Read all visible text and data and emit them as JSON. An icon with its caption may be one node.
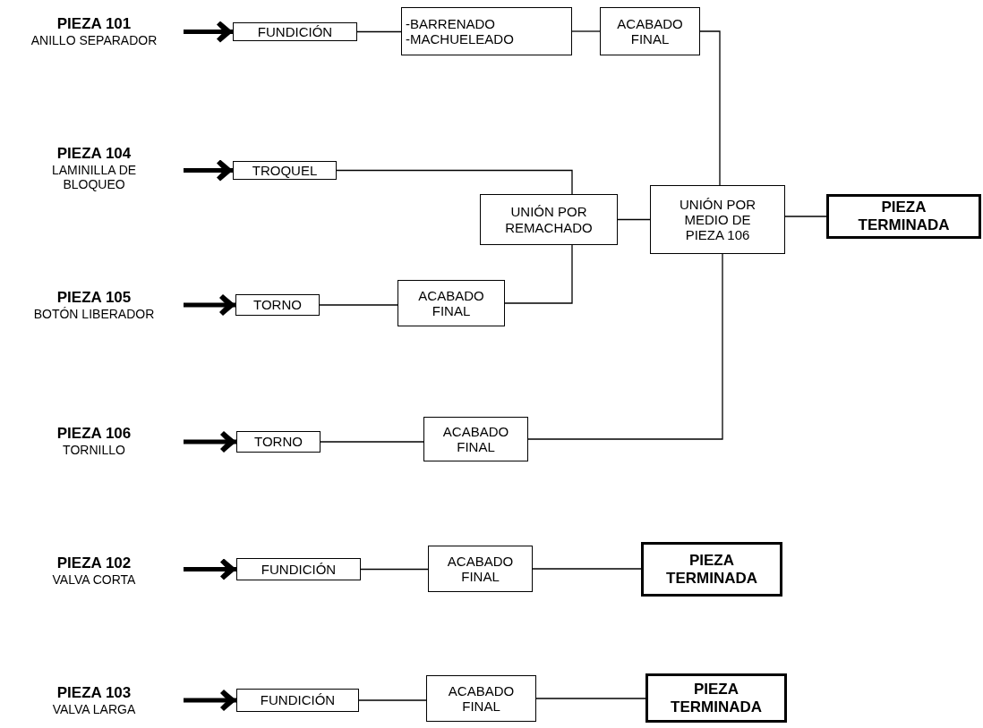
{
  "diagram": {
    "nodes": [
      {
        "text": [
          "PIEZA 101",
          "ANILLO SEPARADOR"
        ]
      },
      {
        "text": [
          "FUNDICIÓN"
        ]
      },
      {
        "text": [
          "-BARRENADO",
          "-MACHUELEADO"
        ]
      },
      {
        "text": [
          "ACABADO FINAL"
        ]
      },
      {
        "text": [
          "PIEZA 104",
          "LAMINILLA DE BLOQUEO"
        ]
      },
      {
        "text": [
          "TROQUEL"
        ]
      },
      {
        "text": [
          "UNIÓN POR REMACHADO"
        ]
      },
      {
        "text": [
          "UNIÓN POR MEDIO DE PIEZA 106"
        ]
      },
      {
        "text": [
          "PIEZA TERMINADA"
        ]
      },
      {
        "text": [
          "PIEZA 105",
          "BOTÓN LIBERADOR"
        ]
      },
      {
        "text": [
          "TORNO"
        ]
      },
      {
        "text": [
          "ACABADO FINAL"
        ]
      },
      {
        "text": [
          "PIEZA 106",
          "TORNILLO"
        ]
      },
      {
        "text": [
          "TORNO"
        ]
      },
      {
        "text": [
          "ACABADO FINAL"
        ]
      },
      {
        "text": [
          "PIEZA 102",
          "VALVA CORTA"
        ]
      },
      {
        "text": [
          "FUNDICIÓN"
        ]
      },
      {
        "text": [
          "ACABADO FINAL"
        ]
      },
      {
        "text": [
          "PIEZA TERMINADA"
        ]
      },
      {
        "text": [
          "PIEZA 103",
          "VALVA LARGA"
        ]
      },
      {
        "text": [
          "FUNDICIÓN"
        ]
      },
      {
        "text": [
          "ACABADO FINAL"
        ]
      },
      {
        "text": [
          "PIEZA TERMINADA"
        ]
      }
    ],
    "edges": [
      {
        "from": 0,
        "to": 1,
        "arrow": "to",
        "style": "thick"
      },
      {
        "from": 1,
        "to": 2,
        "arrow": "none"
      },
      {
        "from": 2,
        "to": 3,
        "arrow": "none"
      },
      {
        "from": 3,
        "to": 7,
        "arrow": "none"
      },
      {
        "from": 4,
        "to": 5,
        "arrow": "to",
        "style": "thick"
      },
      {
        "from": 5,
        "to": 6,
        "arrow": "none"
      },
      {
        "from": 6,
        "to": 7,
        "arrow": "none"
      },
      {
        "from": 7,
        "to": 8,
        "arrow": "none"
      },
      {
        "from": 9,
        "to": 10,
        "arrow": "to",
        "style": "thick"
      },
      {
        "from": 10,
        "to": 11,
        "arrow": "none"
      },
      {
        "from": 11,
        "to": 6,
        "arrow": "none"
      },
      {
        "from": 12,
        "to": 13,
        "arrow": "to",
        "style": "thick"
      },
      {
        "from": 13,
        "to": 14,
        "arrow": "none"
      },
      {
        "from": 14,
        "to": 7,
        "arrow": "none"
      },
      {
        "from": 15,
        "to": 16,
        "arrow": "to",
        "style": "thick"
      },
      {
        "from": 16,
        "to": 17,
        "arrow": "none"
      },
      {
        "from": 17,
        "to": 18,
        "arrow": "none"
      },
      {
        "from": 19,
        "to": 20,
        "arrow": "to",
        "style": "thick"
      },
      {
        "from": 20,
        "to": 21,
        "arrow": "none"
      },
      {
        "from": 21,
        "to": 22,
        "arrow": "none"
      }
    ]
  }
}
